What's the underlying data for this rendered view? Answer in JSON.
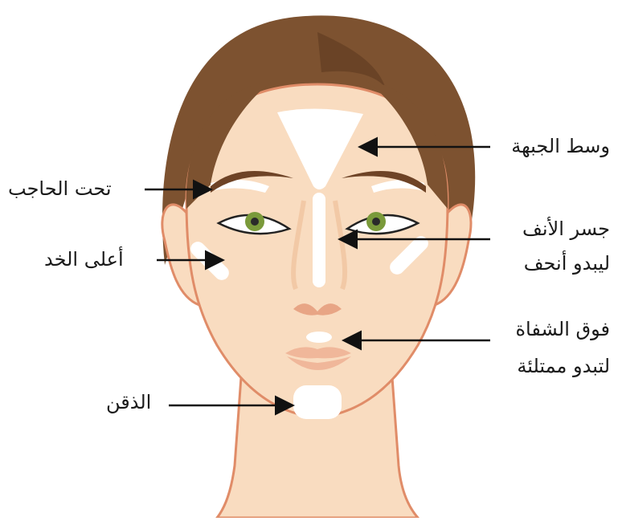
{
  "labels": {
    "forehead_center": "وسط الجبهة",
    "under_brow": "تحت الحاجب",
    "nose_bridge": "جسر الأنف",
    "nose_bridge_note": "ليبدو أنحف",
    "cheek_top": "أعلى الخد",
    "above_lip": "فوق الشفاة",
    "above_lip_note": "لتبدو ممتلئة",
    "chin": "الذقن"
  },
  "colors": {
    "skin": "#f9dcc0",
    "skin_shadow": "#f2c9a6",
    "outline": "#e08c68",
    "hair": "#7d5230",
    "hair_dark": "#5e3b20",
    "brow": "#6e4326",
    "iris": "#7a9a3a",
    "lips": "#f0b79a",
    "highlight": "#ffffff",
    "arrow": "#111111"
  },
  "icons": [
    "face-illustration",
    "arrow-icon"
  ]
}
